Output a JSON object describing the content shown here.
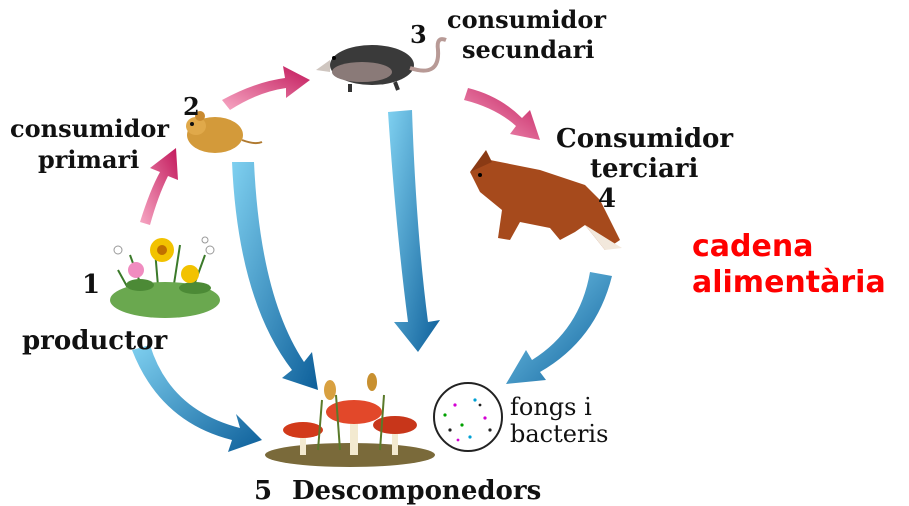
{
  "title": {
    "line1": "cadena",
    "line2": "alimentària"
  },
  "nodes": {
    "producer": {
      "number": "1",
      "label": "productor"
    },
    "primary": {
      "number": "2",
      "line1": "consumidor",
      "line2": "primari"
    },
    "secondary": {
      "number": "3",
      "line1": "consumidor",
      "line2": "secundari"
    },
    "tertiary": {
      "number": "4",
      "line1": "Consumidor",
      "line2": "terciari"
    },
    "decomposers": {
      "number": "5",
      "label": "Descomponedors"
    },
    "microbes": {
      "line1": "fongs i",
      "line2": "bacteris"
    }
  },
  "colors": {
    "pink_arrow": "#d6336c",
    "blue_arrow": "#1f8fd1",
    "title": "#ff0000"
  }
}
